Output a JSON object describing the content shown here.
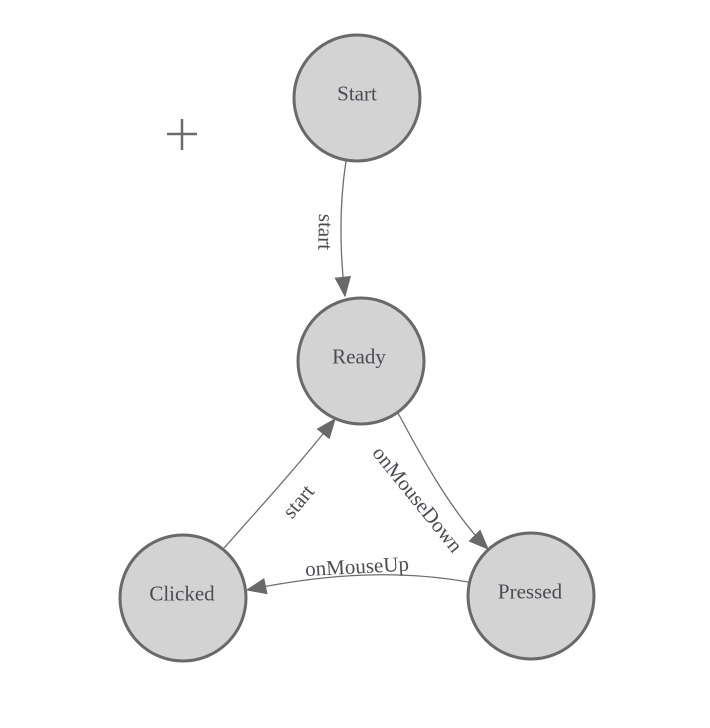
{
  "diagram_type": "finite-state-machine",
  "colors": {
    "background": "#ffffff",
    "node_fill": "#d3d3d3",
    "node_stroke": "#696969",
    "edge_stroke": "#6e6e6e",
    "arrow_fill": "#696969",
    "label_text": "#4b4d55",
    "crosshair": "#6b6b6b"
  },
  "nodes": [
    {
      "id": "start",
      "label": "Start"
    },
    {
      "id": "ready",
      "label": "Ready"
    },
    {
      "id": "clicked",
      "label": "Clicked"
    },
    {
      "id": "pressed",
      "label": "Pressed"
    }
  ],
  "edges": [
    {
      "from": "start",
      "to": "ready",
      "label": "start"
    },
    {
      "from": "ready",
      "to": "pressed",
      "label": "onMouseDown"
    },
    {
      "from": "pressed",
      "to": "clicked",
      "label": "onMouseUp"
    },
    {
      "from": "clicked",
      "to": "ready",
      "label": "start"
    }
  ]
}
